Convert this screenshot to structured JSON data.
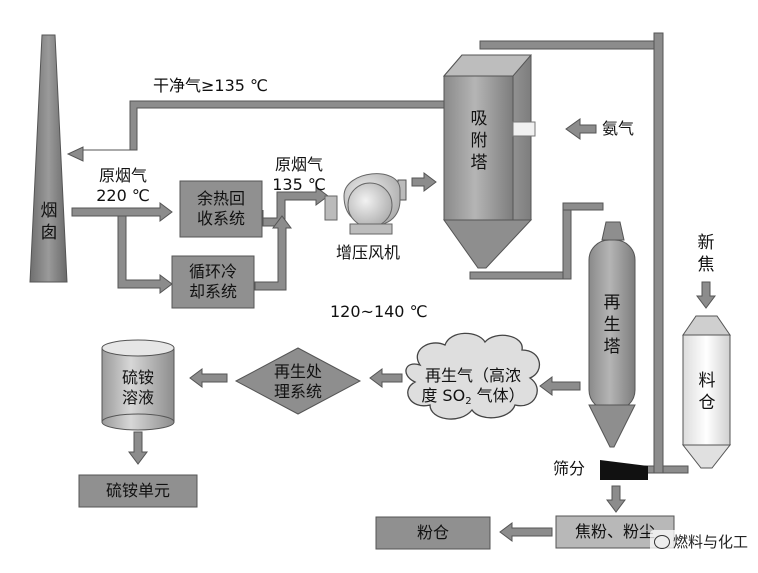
{
  "diagram": {
    "chimney": "烟囱",
    "clean_gas": "干净气≥135 ℃",
    "raw_flue_gas_1": [
      "原烟气",
      "220 ℃"
    ],
    "raw_flue_gas_2": [
      "原烟气",
      "135 ℃"
    ],
    "waste_heat_recovery": [
      "余热回",
      "收系统"
    ],
    "circulating_cooling": [
      "循环冷",
      "却系统"
    ],
    "booster_fan": "增压风机",
    "adsorption_tower": [
      "吸",
      "附",
      "塔"
    ],
    "ammonia": "氨气",
    "new_coke": [
      "新",
      "焦"
    ],
    "silo": [
      "料",
      "仓"
    ],
    "regeneration_tower": [
      "再",
      "生",
      "塔"
    ],
    "temp_range": "120~140 ℃",
    "regen_gas": {
      "line1": "再生气（高浓",
      "line2_pre": "度 SO",
      "line2_sub": "2",
      "line2_post": " 气体）"
    },
    "regen_treatment": [
      "再生处",
      "理系统"
    ],
    "ammonium_sulfate_solution": [
      "硫铵",
      "溶液"
    ],
    "ammonium_sulfate_unit": "硫铵单元",
    "screening": "筛分",
    "coke_powder": "焦粉、粉尘",
    "powder_silo": "粉仓",
    "watermark": "燃料与化工"
  },
  "colors": {
    "box_fill": "#909090",
    "arrow_fill": "#8c8c8c",
    "line": "#555555"
  }
}
